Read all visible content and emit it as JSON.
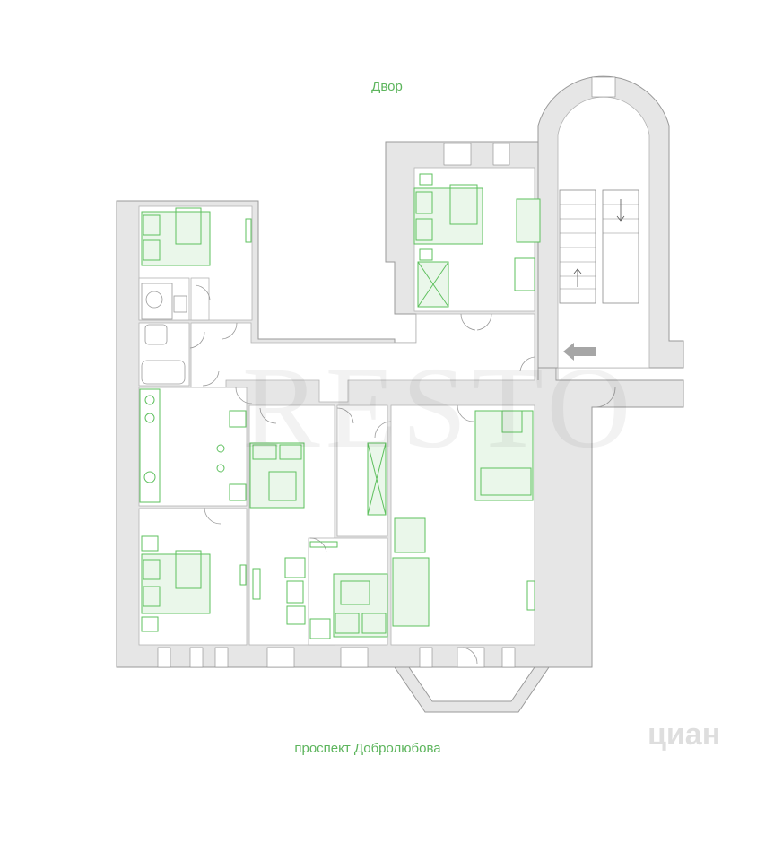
{
  "labels": {
    "courtyard": "Двор",
    "street": "проспект Добролюбова"
  },
  "watermarks": {
    "brand": "RESTO",
    "site": "циан"
  },
  "colors": {
    "furniture": "#5ec05e",
    "wall": "#e6e6e6",
    "wall_outline": "#9a9a9a",
    "text": "#5db55d"
  },
  "icons": [
    "entrance-arrow-icon",
    "stair-arrow-icon"
  ]
}
